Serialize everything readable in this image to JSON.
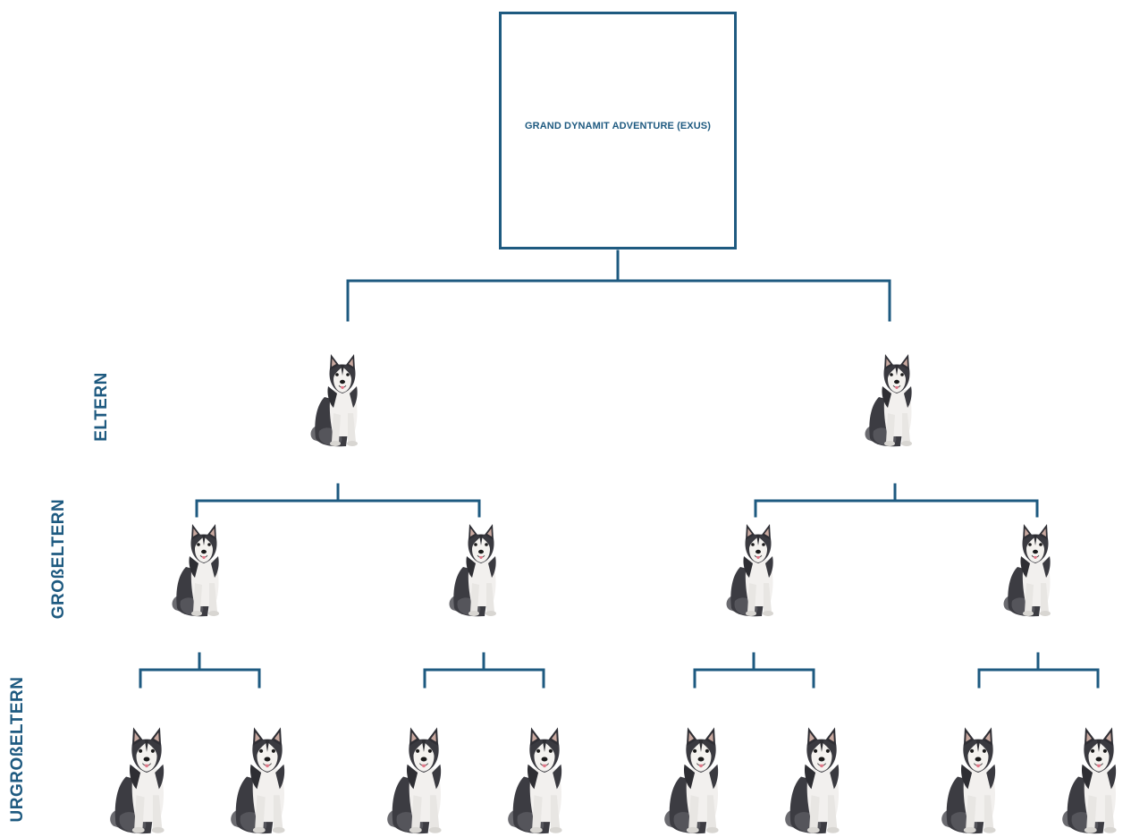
{
  "root": {
    "name": "GRAND DYNAMIT ADVENTURE (EXUS)"
  },
  "generations": {
    "parents": "ELTERN",
    "grandparents": "GROßELTERN",
    "great_grandparents": "URGROßELTERN"
  },
  "colors": {
    "line": "#1e5a80",
    "text": "#1e5a80"
  },
  "icons": {
    "ancestor": "husky-dog-icon"
  }
}
